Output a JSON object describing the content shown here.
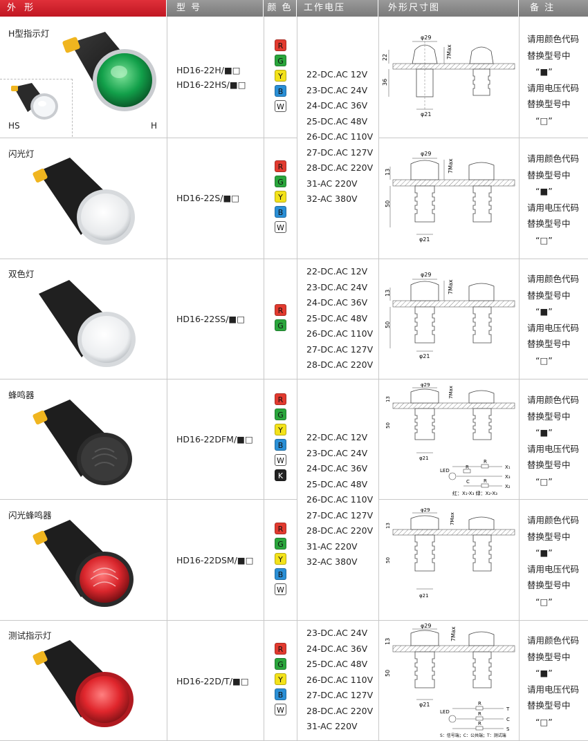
{
  "header": {
    "col_appearance": "外 形",
    "col_model": "型 号",
    "col_color": "颜 色",
    "col_voltage": "工作电压",
    "col_dimension": "外形尺寸图",
    "col_note": "备 注"
  },
  "colors_map": {
    "R": "#e23a2f",
    "G": "#2aa63c",
    "Y": "#f3e21a",
    "B": "#2a8fd6",
    "W": "#ffffff",
    "K": "#222222"
  },
  "note_lines": [
    "请用颜色代码",
    "替换型号中",
    "“■”",
    "请用电压代码",
    "替换型号中",
    "“□”"
  ],
  "voltages_full": [
    "22-DC.AC 12V",
    "23-DC.AC 24V",
    "24-DC.AC 36V",
    "25-DC.AC 48V",
    "26-DC.AC 110V",
    "27-DC.AC 127V",
    "28-DC.AC 220V",
    "31-AC 220V",
    "32-AC 380V"
  ],
  "voltages_bicolor": [
    "22-DC.AC 12V",
    "23-DC.AC 24V",
    "24-DC.AC 36V",
    "25-DC.AC 48V",
    "26-DC.AC 110V",
    "27-DC.AC 127V",
    "28-DC.AC 220V"
  ],
  "voltages_test": [
    "23-DC.AC 24V",
    "24-DC.AC 36V",
    "25-DC.AC 48V",
    "26-DC.AC 110V",
    "27-DC.AC 127V",
    "28-DC.AC 220V",
    "31-AC 220V"
  ],
  "rows": [
    {
      "name": "H型指示灯",
      "model_lines": [
        "HD16-22H/■□",
        "HD16-22HS/■□"
      ],
      "colors": [
        "R",
        "G",
        "Y",
        "B",
        "W"
      ],
      "hs_label": "HS",
      "h_label": "H"
    },
    {
      "name": "闪光灯",
      "model_lines": [
        "HD16-22S/■□"
      ],
      "colors": [
        "R",
        "G",
        "Y",
        "B",
        "W"
      ]
    },
    {
      "name": "双色灯",
      "model_lines": [
        "HD16-22SS/■□"
      ],
      "colors": [
        "R",
        "G"
      ]
    },
    {
      "name": "蜂鸣器",
      "model_lines": [
        "HD16-22DFM/■□"
      ],
      "colors": [
        "R",
        "G",
        "Y",
        "B",
        "W",
        "K"
      ]
    },
    {
      "name": "闪光蜂鸣器",
      "model_lines": [
        "HD16-22DSM/■□"
      ],
      "colors": [
        "R",
        "G",
        "Y",
        "B",
        "W"
      ]
    },
    {
      "name": "测试指示灯",
      "model_lines": [
        "HD16-22D/T/■□"
      ],
      "colors": [
        "R",
        "G",
        "Y",
        "B",
        "W"
      ]
    }
  ],
  "dims": {
    "phi29": "φ29",
    "phi21": "φ21",
    "seven_max": "7Max",
    "d22": "22",
    "d36": "36",
    "d13": "13",
    "d50": "50",
    "buzzer_circuit": {
      "led": "LED",
      "r": "R",
      "c": "C",
      "x1": "X₁",
      "x2": "X₂",
      "x3": "X₃",
      "caption": "红：X₁-X₃  绿：X₂-X₃"
    },
    "test_circuit": {
      "led": "LED",
      "r": "R",
      "t": "T",
      "c": "C",
      "s": "S",
      "caption": "S：信号端；C：公共端；T：测试端"
    }
  }
}
